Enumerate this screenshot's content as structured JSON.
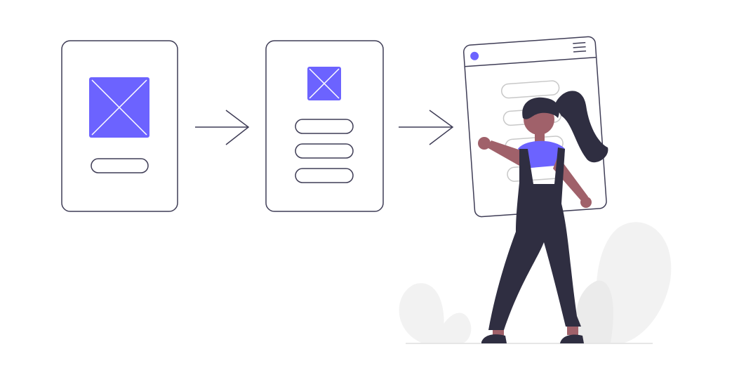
{
  "illustration": {
    "accent_color": "#6c63ff",
    "outline_color": "#3f3d56",
    "dark_color": "#2f2e41",
    "skin_color": "#a0616a",
    "foliage_color": "#f2f2f2",
    "ground_color": "#e6e6e6",
    "steps": [
      {
        "name": "wireframe-card-1",
        "image_icon": "image-placeholder-icon",
        "bars": 1
      },
      {
        "name": "wireframe-card-2",
        "image_icon": "image-placeholder-icon",
        "bars": 3
      },
      {
        "name": "app-screen",
        "icons": [
          "dot-icon",
          "hamburger-menu-icon"
        ],
        "bars": 4
      }
    ],
    "arrows": [
      "arrow-right-icon",
      "arrow-right-icon"
    ]
  }
}
